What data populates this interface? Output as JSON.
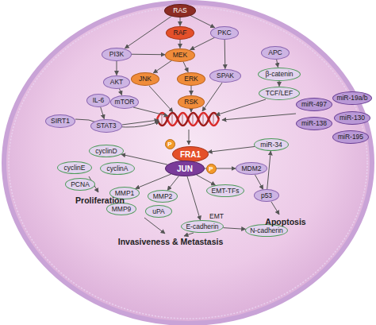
{
  "diagram": {
    "nodes": [
      {
        "text": [
          "RAS"
        ]
      },
      {
        "text": [
          "RAF"
        ]
      },
      {
        "text": [
          "PKC"
        ]
      },
      {
        "text": [
          "PI3K"
        ]
      },
      {
        "text": [
          "MEK"
        ]
      },
      {
        "text": [
          "APC"
        ]
      },
      {
        "text": [
          "AKT"
        ]
      },
      {
        "text": [
          "JNK"
        ]
      },
      {
        "text": [
          "ERK"
        ]
      },
      {
        "text": [
          "SPAK"
        ]
      },
      {
        "text": [
          "β-catenin"
        ]
      },
      {
        "text": [
          "TCF/LEF"
        ]
      },
      {
        "text": [
          "miR-19a/b"
        ]
      },
      {
        "text": [
          "IL-6"
        ]
      },
      {
        "text": [
          "mTOR"
        ]
      },
      {
        "text": [
          "RSK"
        ]
      },
      {
        "text": [
          "miR-497"
        ]
      },
      {
        "text": [
          "miR-130"
        ]
      },
      {
        "text": [
          "SIRT1"
        ]
      },
      {
        "text": [
          "STAT3"
        ]
      },
      {
        "text": [
          "miR-138"
        ]
      },
      {
        "text": [
          "miR-195"
        ]
      },
      {
        "text": [
          "P"
        ]
      },
      {
        "text": [
          "FRA1"
        ]
      },
      {
        "text": [
          "miR-34"
        ]
      },
      {
        "text": [
          "cyclinD"
        ]
      },
      {
        "text": [
          "JUN"
        ]
      },
      {
        "text": [
          "P"
        ]
      },
      {
        "text": [
          "MDM2"
        ]
      },
      {
        "text": [
          "cyclinE"
        ]
      },
      {
        "text": [
          "cyclinA"
        ]
      },
      {
        "text": [
          "PCNA"
        ]
      },
      {
        "text": [
          "EMT-TFs"
        ]
      },
      {
        "text": [
          "MMP1"
        ]
      },
      {
        "text": [
          "MMP2"
        ]
      },
      {
        "text": [
          "p53"
        ]
      },
      {
        "text": [
          "MMP9"
        ]
      },
      {
        "text": [
          "uPA"
        ]
      },
      {
        "text": [
          "E-cadherin"
        ]
      },
      {
        "text": [
          "N-cadherin"
        ]
      }
    ],
    "edges": [
      {
        "from": 0,
        "to": 1,
        "arrow": "to"
      },
      {
        "from": 0,
        "to": 3,
        "arrow": "to"
      },
      {
        "from": 0,
        "to": 2,
        "arrow": "to"
      },
      {
        "from": 1,
        "to": 4,
        "arrow": "to"
      },
      {
        "from": 2,
        "to": 4,
        "arrow": "to"
      },
      {
        "from": 2,
        "to": 9,
        "arrow": "to"
      },
      {
        "from": 3,
        "to": 6,
        "arrow": "to"
      },
      {
        "from": 3,
        "to": 4,
        "arrow": "to"
      },
      {
        "from": 4,
        "to": 7,
        "arrow": "to"
      },
      {
        "from": 4,
        "to": 8,
        "arrow": "to"
      },
      {
        "from": 6,
        "to": 14,
        "arrow": "to"
      },
      {
        "from": 8,
        "to": 15,
        "arrow": "to"
      },
      {
        "from": 5,
        "to": 10,
        "arrow": "to"
      },
      {
        "from": 10,
        "to": 11,
        "arrow": "to"
      },
      {
        "from": 13,
        "to": 19,
        "arrow": "to"
      },
      {
        "from": 26,
        "to": 25,
        "arrow": "to"
      },
      {
        "from": 26,
        "to": 33,
        "arrow": "to"
      },
      {
        "from": 26,
        "to": 34,
        "arrow": "to"
      },
      {
        "from": 26,
        "to": 38,
        "arrow": "to"
      },
      {
        "from": 26,
        "to": 32,
        "arrow": "to"
      },
      {
        "from": 26,
        "to": 28,
        "arrow": "to"
      },
      {
        "from": 28,
        "to": 35,
        "arrow": "to"
      },
      {
        "from": 35,
        "to": 24,
        "arrow": "to"
      },
      {
        "from": 24,
        "to": 23,
        "arrow": "to"
      },
      {
        "from": 38,
        "to": 39,
        "arrow": "to"
      }
    ],
    "labels": [
      "Proliferation",
      "EMT",
      "Apoptosis",
      "Invasiveness & Metastasis"
    ]
  }
}
